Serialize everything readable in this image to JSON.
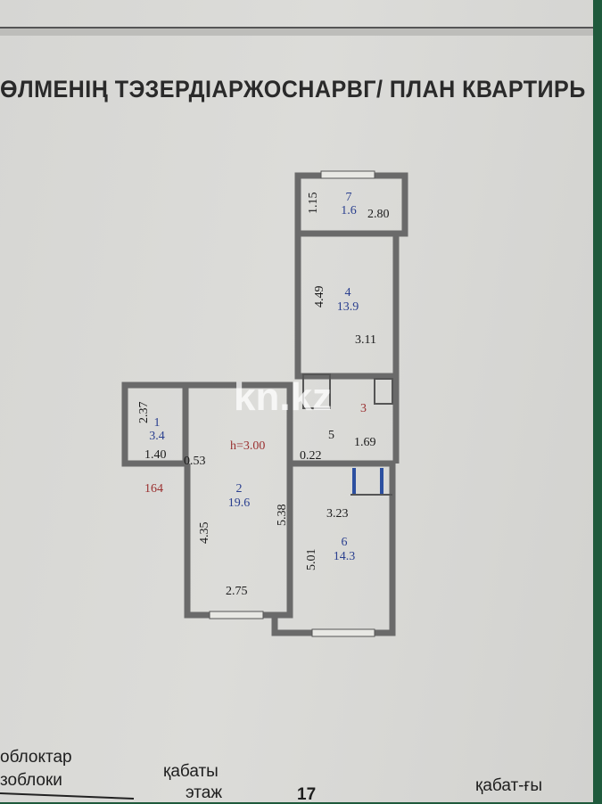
{
  "header": {
    "title": "ӨЛМЕНІҢ ТЭЗЕРДІАРЖОСНАРВГ/ ПЛАН КВАРТИРЬ"
  },
  "watermark": "kn.kz",
  "plan": {
    "ceiling_height": "h=3.00",
    "rooms": [
      {
        "number": "1",
        "area": "3.4",
        "dims": [
          "2.37",
          "1.40"
        ]
      },
      {
        "number": "2",
        "area": "19.6",
        "dims": [
          "4.35",
          "5.38",
          "2.75",
          "0.53"
        ]
      },
      {
        "number": "4",
        "area": "13.9",
        "dims": [
          "4.49",
          "3.11"
        ]
      },
      {
        "number": "6",
        "area": "14.3",
        "dims": [
          "5.01",
          "3.23"
        ]
      },
      {
        "number": "7",
        "area": "1.6",
        "dims": [
          "1.15",
          "2.80"
        ]
      }
    ],
    "misc_labels": {
      "red_code": "164",
      "bath_label": "5",
      "bath_dim": "1.69",
      "small_dim": "0.22",
      "room_num_red": "3"
    }
  },
  "footer": {
    "blocks_kz": "облоктар",
    "blocks_ru": "зоблоки",
    "floor_kz": "қабаты",
    "floor_ru": "этаж",
    "floor_value": "17",
    "floors_kz": "қабат-ғы"
  }
}
